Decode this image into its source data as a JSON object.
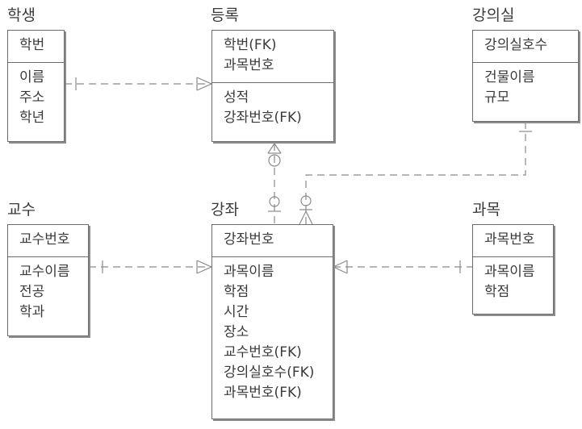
{
  "entities": {
    "student": {
      "title": "학생",
      "keys": [
        "학번"
      ],
      "attrs": [
        "이름",
        "주소",
        "학년"
      ]
    },
    "enroll": {
      "title": "등록",
      "keys": [
        "학번(FK)",
        "과목번호"
      ],
      "attrs": [
        "성적",
        "강좌번호(FK)"
      ]
    },
    "room": {
      "title": "강의실",
      "keys": [
        "강의실호수"
      ],
      "attrs": [
        "건물이름",
        "규모"
      ]
    },
    "professor": {
      "title": "교수",
      "keys": [
        "교수번호"
      ],
      "attrs": [
        "교수이름",
        "전공",
        "학과"
      ]
    },
    "lecture": {
      "title": "강좌",
      "keys": [
        "강좌번호"
      ],
      "attrs": [
        "과목이름",
        "학점",
        "시간",
        "장소",
        "교수번호(FK)",
        "강의실호수(FK)",
        "과목번호(FK)"
      ]
    },
    "subject": {
      "title": "과목",
      "keys": [
        "과목번호"
      ],
      "attrs": [
        "과목이름",
        "학점"
      ]
    }
  },
  "relationships": [
    {
      "from": "student",
      "to": "enroll",
      "from_end": "one",
      "to_end": "many"
    },
    {
      "from": "enroll",
      "to": "lecture",
      "from_end": "zero-or-many",
      "to_end": "zero-or-one"
    },
    {
      "from": "room",
      "to": "lecture",
      "from_end": "one",
      "to_end": "zero-or-many"
    },
    {
      "from": "professor",
      "to": "lecture",
      "from_end": "one",
      "to_end": "many"
    },
    {
      "from": "subject",
      "to": "lecture",
      "from_end": "one",
      "to_end": "many"
    }
  ],
  "colors": {
    "line": "#8a8a8a",
    "border": "#6e6e6e",
    "text": "#3a3a3a"
  }
}
